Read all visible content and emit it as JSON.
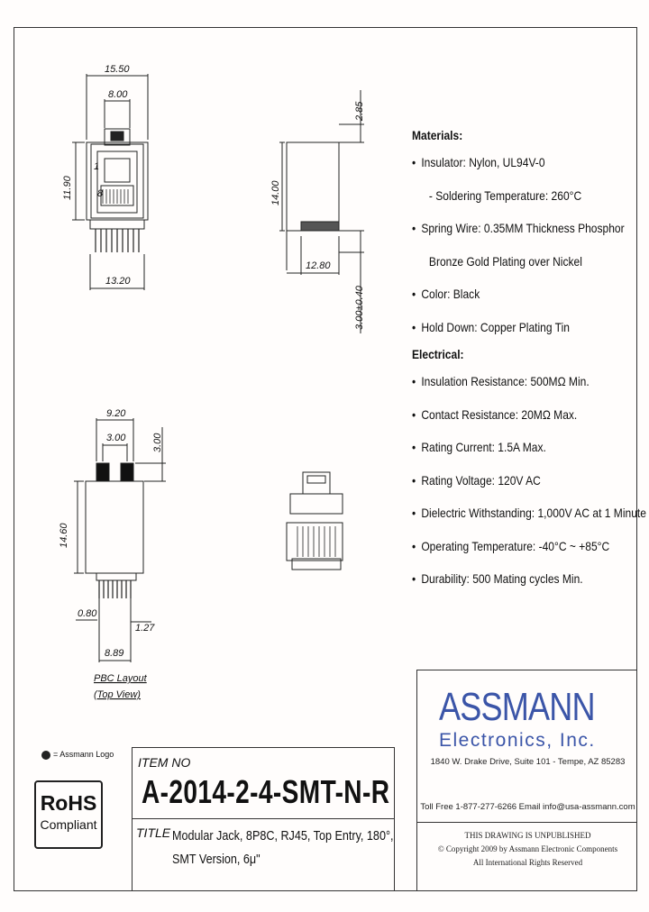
{
  "dimensions": {
    "d1": "15.50",
    "d2": "8.00",
    "d3": "11.90",
    "d4": "13.20",
    "d5": "2.85",
    "d6": "14.00",
    "d7": "12.80",
    "d8": "3.00±0.40",
    "d9": "9.20",
    "d10": "3.00",
    "d11": "3.00",
    "d12": "14.60",
    "d13": "0.80",
    "d14": "1.27",
    "d15": "8.89"
  },
  "pins": {
    "first": "1",
    "last": "8"
  },
  "pcb_layout": {
    "line1": "PBC Layout",
    "line2": "(Top View)"
  },
  "materials": {
    "heading": "Materials:",
    "items": [
      "Insulator: Nylon, UL94V-0",
      "- Soldering Temperature: 260°C",
      "Spring Wire: 0.35MM Thickness Phosphor",
      "Bronze Gold Plating over Nickel",
      "Color: Black",
      "Hold Down: Copper Plating Tin"
    ]
  },
  "electrical": {
    "heading": "Electrical:",
    "items": [
      "Insulation Resistance: 500MΩ Min.",
      "Contact Resistance: 20MΩ Max.",
      "Rating Current: 1.5A Max.",
      "Rating Voltage: 120V AC",
      "Dielectric Withstanding: 1,000V AC at 1 Minute",
      "Operating Temperature: -40°C ~ +85°C",
      "Durability: 500 Mating cycles Min."
    ]
  },
  "company": {
    "name": "ASSMANN",
    "sub": "Electronics, Inc.",
    "address": "1840 W. Drake Drive, Suite 101 - Tempe, AZ 85283",
    "contact": "Toll Free 1-877-277-6266   Email info@usa-assmann.com",
    "unpublished": "THIS DRAWING IS UNPUBLISHED",
    "copyright": "Copyright 2009 by Assmann Electronic Components",
    "rights": "All International Rights Reserved"
  },
  "title_block": {
    "item_label": "ITEM NO",
    "item_no": "A-2014-2-4-SMT-N-R",
    "title_label": "TITLE",
    "title_line1": "Modular Jack, 8P8C, RJ45, Top Entry, 180°,",
    "title_line2": "SMT Version, 6μ\""
  },
  "logo_note": "= Assmann Logo",
  "rohs": {
    "line1": "RoHS",
    "line2": "Compliant"
  }
}
